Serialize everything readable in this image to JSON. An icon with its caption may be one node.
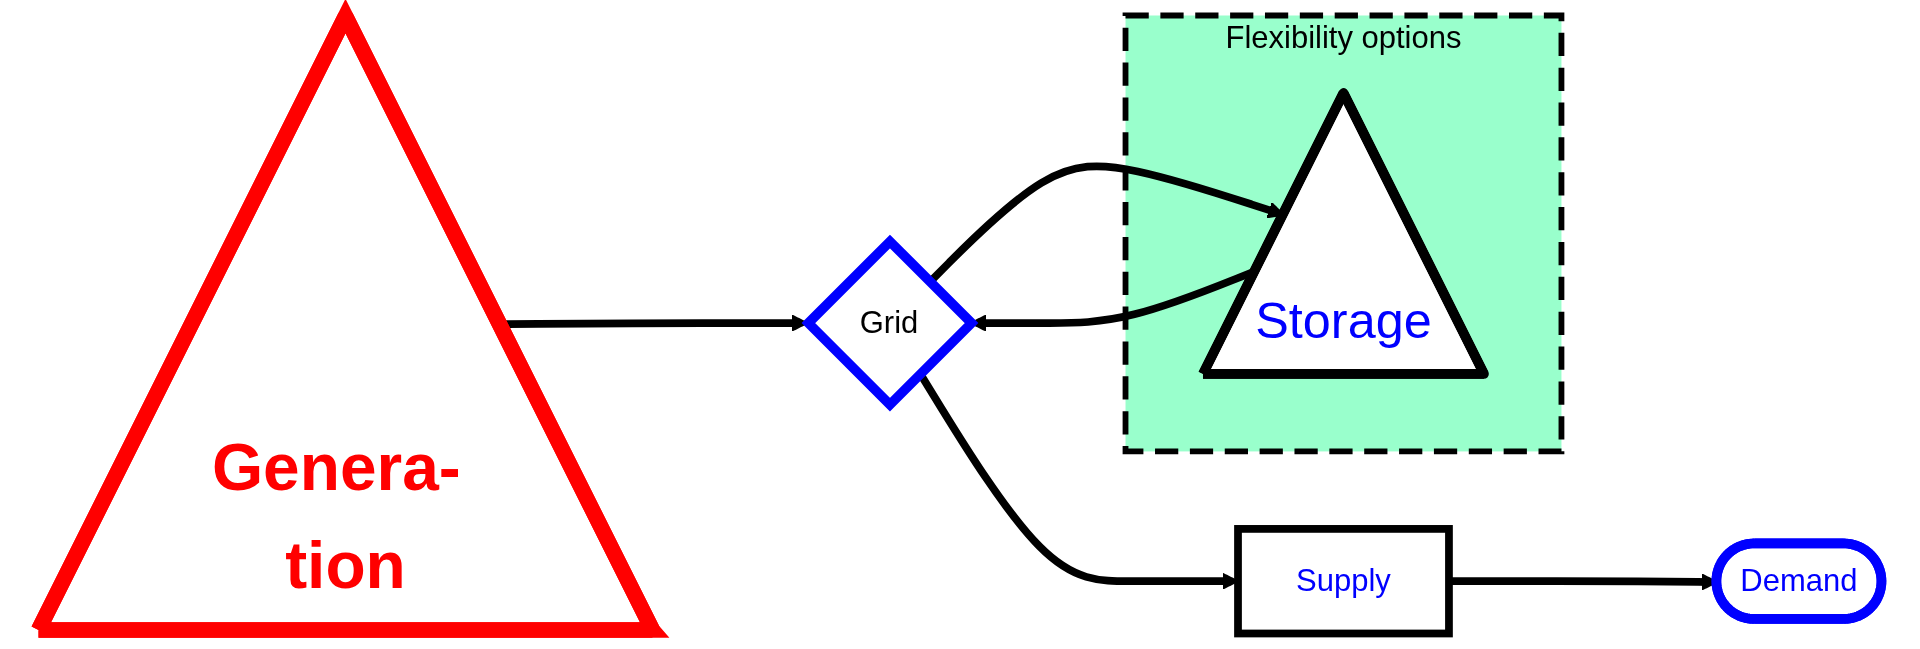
{
  "diagram": {
    "nodes": [
      {
        "text": [
          "Genera- tion"
        ]
      },
      {
        "text": [
          "Grid"
        ]
      },
      {
        "text": [
          "Supply"
        ]
      },
      {
        "text": [
          "Demand"
        ]
      },
      {
        "text": [
          "Flexibility options"
        ]
      },
      {
        "text": [
          "Storage"
        ],
        "in": 4
      }
    ],
    "edges": [
      {
        "from": 0,
        "to": 1,
        "arrow": "to"
      },
      {
        "from": 1,
        "to": 2,
        "arrow": "to"
      },
      {
        "from": 2,
        "to": 3,
        "arrow": "to"
      },
      {
        "from": 1,
        "to": 5,
        "arrow": "to"
      },
      {
        "from": 5,
        "to": 1,
        "arrow": "to"
      }
    ]
  }
}
